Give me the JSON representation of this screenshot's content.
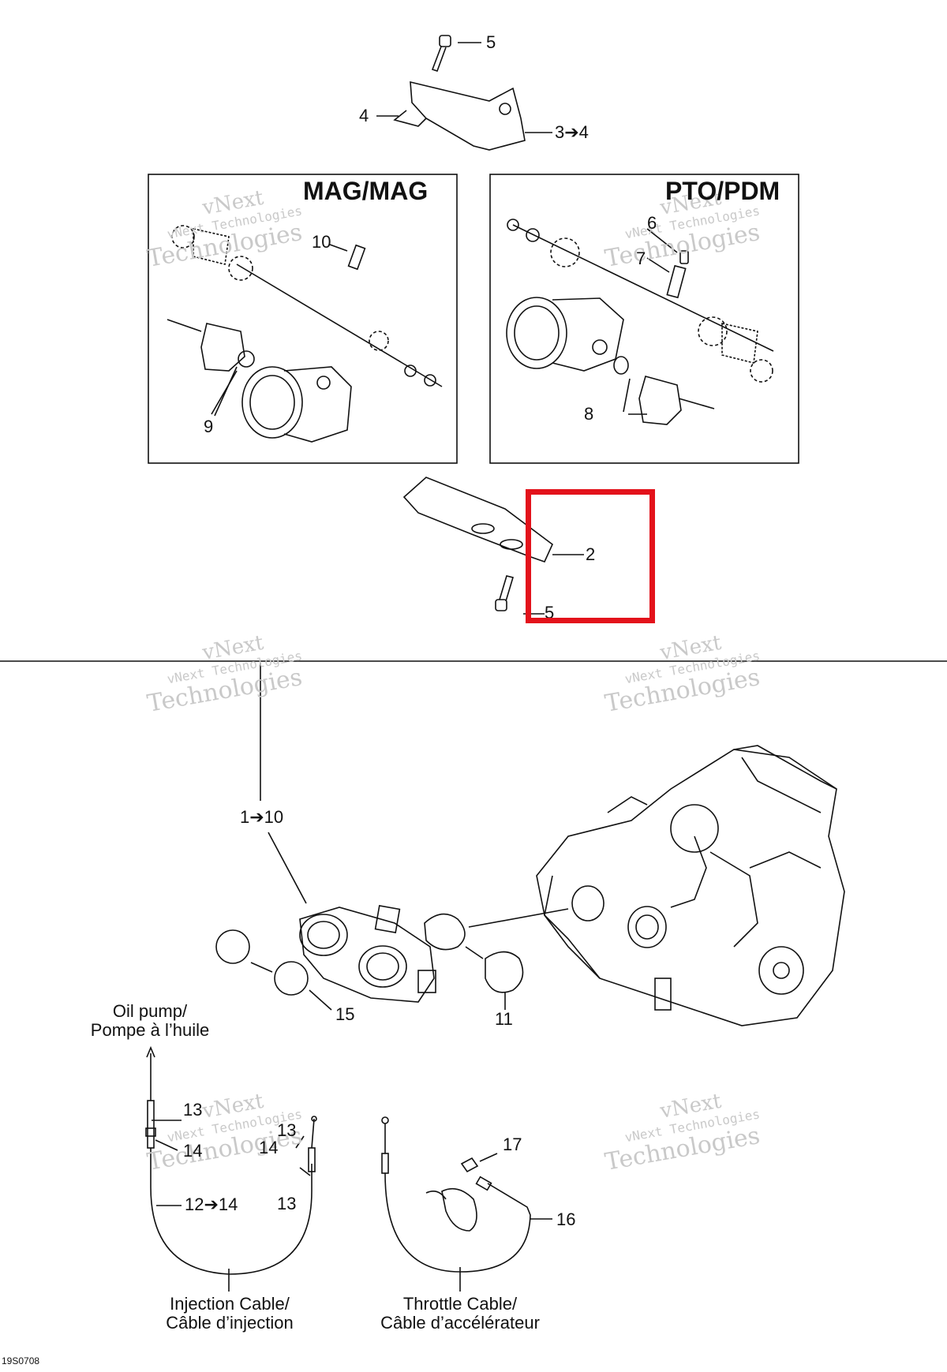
{
  "watermark": {
    "line1": "vNext",
    "line2": "vNext Technologies",
    "line3": "Technologies"
  },
  "boxes": {
    "left_title": "MAG/MAG",
    "right_title": "PTO/PDM"
  },
  "callouts": {
    "c5_top": "5",
    "c4": "4",
    "c3_4": "3➔4",
    "c10": "10",
    "c9": "9",
    "c6": "6",
    "c7": "7",
    "c8": "8",
    "c2": "2",
    "c5_bottom": "5",
    "c1_10": "1➔10",
    "c15": "15",
    "c11": "11",
    "c13_a": "13",
    "c14_a": "14",
    "c13_b": "13",
    "c14_b": "14",
    "c13_c": "13",
    "c12_14": "12➔14",
    "c17": "17",
    "c16": "16"
  },
  "captions": {
    "oil_pump_en": "Oil pump/",
    "oil_pump_fr": "Pompe à l’huile",
    "injection_en": "Injection Cable/",
    "injection_fr": "Câble d’injection",
    "throttle_en": "Throttle Cable/",
    "throttle_fr": "Câble d’accélérateur"
  },
  "drawing_code": "19S0708",
  "colors": {
    "highlight": "#e3121b",
    "line": "#111111",
    "watermark": "#c9c9c9"
  }
}
